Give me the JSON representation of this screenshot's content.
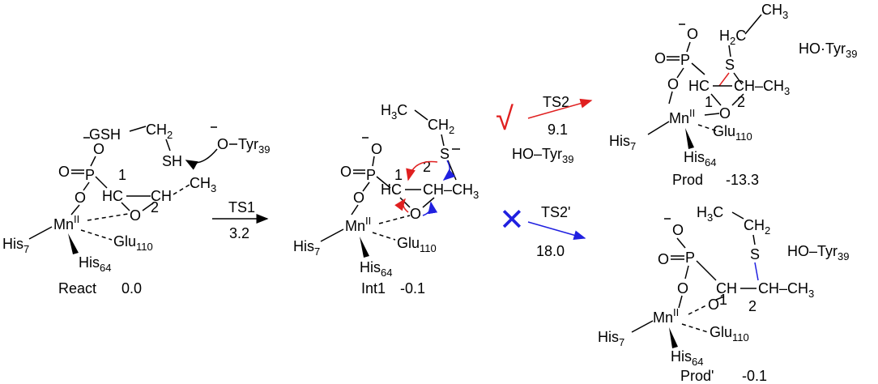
{
  "colors": {
    "red": "#e02020",
    "blue": "#2020e0",
    "black": "#000000"
  },
  "react": {
    "gsh": "GSH",
    "ch2_c": "CH",
    "ch2_sub": "2",
    "sh": "SH",
    "o_minus": "O",
    "p": "P",
    "o_eq": "O",
    "o_link": "O",
    "num1": "1",
    "num2": "2",
    "hc": "HC",
    "ch": "CH",
    "ch3_c": "CH",
    "ch3_sub": "3",
    "o_ring": "O",
    "mn": "Mn",
    "mn_ox": "II",
    "his7": "His",
    "his7_sub": "7",
    "his64": "His",
    "his64_sub": "64",
    "glu": "Glu",
    "glu_sub": "110",
    "tyr_o": "O",
    "tyr_name": "Tyr",
    "tyr_sub": "39",
    "label": "React",
    "energy": "0.0"
  },
  "ts1": {
    "label": "TS1",
    "barrier": "3.2"
  },
  "int1": {
    "h3c": "H",
    "h3c_sub": "3",
    "h3c_c": "C",
    "ch2_c": "CH",
    "ch2_sub": "2",
    "s": "S",
    "o_minus": "O",
    "p": "P",
    "o_eq": "O",
    "o_link": "O",
    "num1": "1",
    "num2": "2",
    "hc": "HC",
    "ch_ch3": "CH–CH",
    "ch3_sub": "3",
    "o_ring": "O",
    "mn": "Mn",
    "mn_ox": "II",
    "his7": "His",
    "his7_sub": "7",
    "his64": "His",
    "his64_sub": "64",
    "glu": "Glu",
    "glu_sub": "110",
    "hotyr": "HO–Tyr",
    "hotyr_sub": "39",
    "label": "Int1",
    "energy": "-0.1"
  },
  "ts2": {
    "check": "√",
    "label": "TS2",
    "barrier": "9.1"
  },
  "prod": {
    "ch3_c": "CH",
    "ch3_sub": "3",
    "h2c": "H",
    "h2c_sub": "2",
    "h2c_c": "C",
    "s": "S",
    "o_minus": "O",
    "p": "P",
    "o_eq": "O",
    "o_link": "O",
    "hc": "HC",
    "ch_ch3": "CH–CH",
    "ch3b_sub": "3",
    "num1": "1",
    "num2": "2",
    "o_ring": "O",
    "mn": "Mn",
    "mn_ox": "II",
    "his7": "His",
    "his7_sub": "7",
    "his64": "His",
    "his64_sub": "64",
    "glu": "Glu",
    "glu_sub": "110",
    "hotyr": "HO·Tyr",
    "hotyr_sub": "39",
    "label": "Prod",
    "energy": "-13.3"
  },
  "ts2p": {
    "cross": "✕",
    "label": "TS2'",
    "barrier": "18.0"
  },
  "prodp": {
    "h3c": "H",
    "h3c_sub": "3",
    "h3c_c": "C",
    "ch2_c": "CH",
    "ch2_sub": "2",
    "s": "S",
    "o_minus": "O",
    "p": "P",
    "o_eq": "O",
    "o_link": "O",
    "ch1": "CH",
    "ch_ch3": "CH–CH",
    "ch3_sub": "3",
    "num1": "1",
    "num2": "2",
    "o_ring": "O",
    "mn": "Mn",
    "mn_ox": "II",
    "his7": "His",
    "his7_sub": "7",
    "his64": "His",
    "his64_sub": "64",
    "glu": "Glu",
    "glu_sub": "110",
    "hotyr": "HO–Tyr",
    "hotyr_sub": "39",
    "label": "Prod'",
    "energy": "-0.1"
  }
}
